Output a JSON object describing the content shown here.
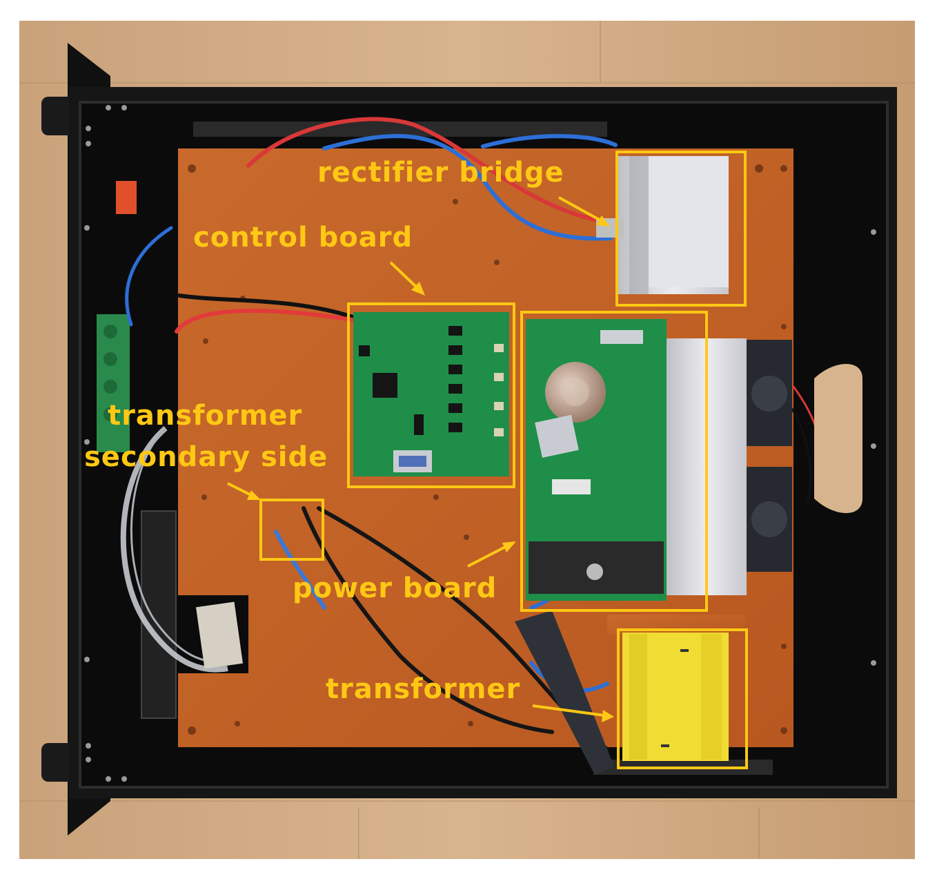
{
  "labels": {
    "rectifier_bridge": "rectifier bridge",
    "control_board": "control board",
    "transformer_secondary_line1": "transformer",
    "transformer_secondary_line2": "secondary side",
    "power_board": "power board",
    "transformer": "transformer"
  },
  "colors": {
    "annotation": "#FFC814",
    "wood": "#C9A27A",
    "chassis": "#141414",
    "mounting_plate": "#C86428",
    "pcb": "#1E8C46",
    "heatsink": "#D8D8DC",
    "transformer_tape": "#F0DC32"
  }
}
